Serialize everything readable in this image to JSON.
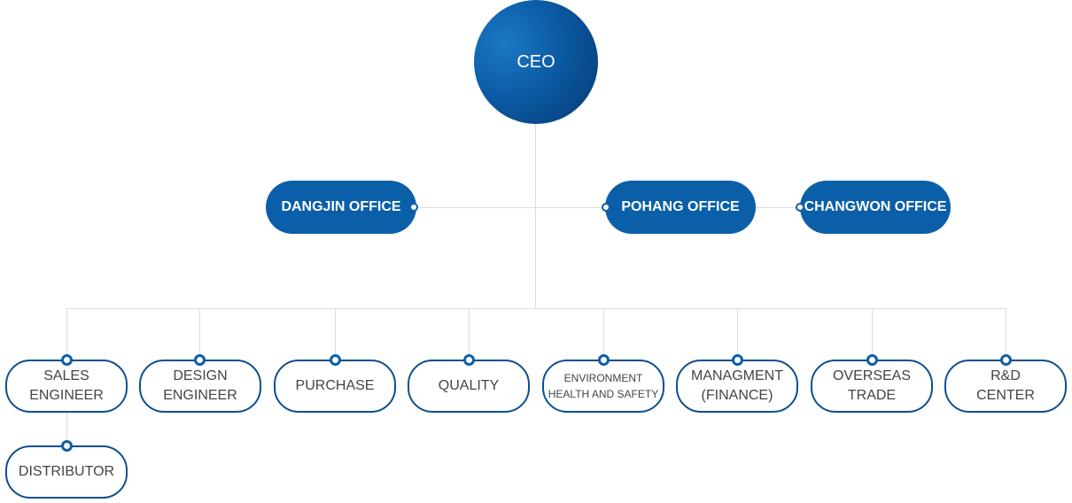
{
  "ceo": {
    "label": "CEO"
  },
  "offices": [
    {
      "label": "DANGJIN OFFICE"
    },
    {
      "label": "POHANG OFFICE"
    },
    {
      "label": "CHANGWON OFFICE"
    }
  ],
  "departments": [
    {
      "label": "SALES\nENGINEER"
    },
    {
      "label": "DESIGN\nENGINEER"
    },
    {
      "label": "PURCHASE"
    },
    {
      "label": "QUALITY"
    },
    {
      "label": "ENVIRONMENT\nHEALTH AND SAFETY"
    },
    {
      "label": "MANAGMENT\n(FINANCE)"
    },
    {
      "label": "OVERSEAS\nTRADE"
    },
    {
      "label": "R&D\nCENTER"
    }
  ],
  "sub_units": [
    {
      "label": "DISTRIBUTOR"
    }
  ],
  "colors": {
    "primary": "#0b5fa8",
    "dark": "#063a74",
    "border": "#0d4f8f",
    "line": "#dcdcdc"
  }
}
